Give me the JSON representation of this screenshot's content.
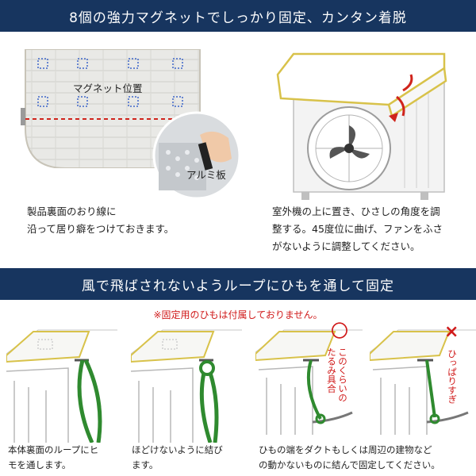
{
  "top_banner": "8個の強力マグネットでしっかり固定、カンタン着脱",
  "magnet_label": "マグネット位置",
  "aluminum_label": "アルミ板",
  "left_caption": "製品裏面のおり線に\n沿って居り癖をつけておきます。",
  "right_caption": "室外機の上に置き、ひさしの角度を調\n整する。45度位に曲げ、ファンをふさ\nがないように調整してください。",
  "bottom_banner": "風で飛ばされないようループにひもを通して固定",
  "note": "※固定用のひもは付属しておりません。",
  "steps": [
    {
      "caption": "本体裏面のループにヒ\nモを通します。"
    },
    {
      "caption": "ほどけないように結び\nます。"
    }
  ],
  "steps_34_caption": "ひもの端をダクトもしくは周辺の建物など\nの動かないものに結んで固定してください。",
  "ok_mark": "〇",
  "ok_text": "このくらいの\nたるみ具合",
  "ng_mark": "×",
  "ng_text": "ひっぱりすぎ",
  "colors": {
    "banner": "#17355f",
    "accent_red": "#d01a1a",
    "cover_border": "#d8c24a",
    "rope_green": "#2f8a2f"
  }
}
